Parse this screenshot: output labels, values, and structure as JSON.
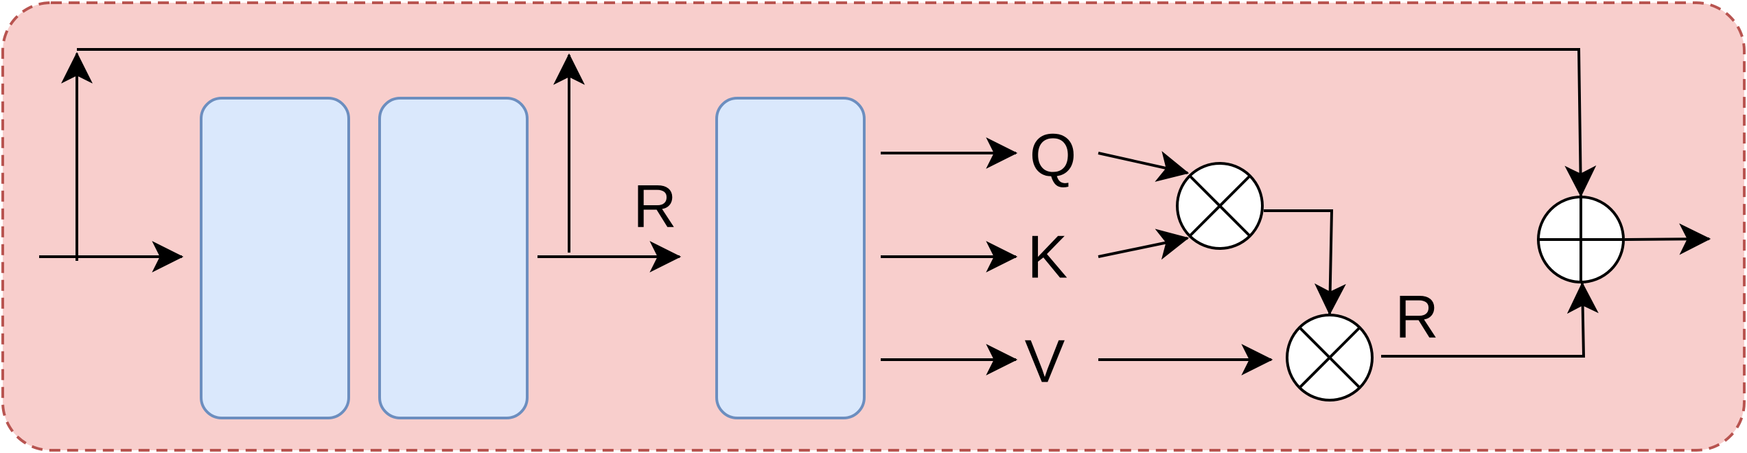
{
  "colors": {
    "container_fill": "#f8cecc",
    "container_stroke": "#b85450",
    "block_fill": "#dae8fc",
    "block_stroke": "#6c8ebf",
    "line": "#000000"
  },
  "labels": {
    "r_mid": "R",
    "q": "Q",
    "k": "K",
    "v": "V",
    "r_right": "R"
  },
  "operators": {
    "qk_multiply": "multiply-icon",
    "av_multiply": "multiply-icon",
    "residual_add": "add-icon"
  }
}
